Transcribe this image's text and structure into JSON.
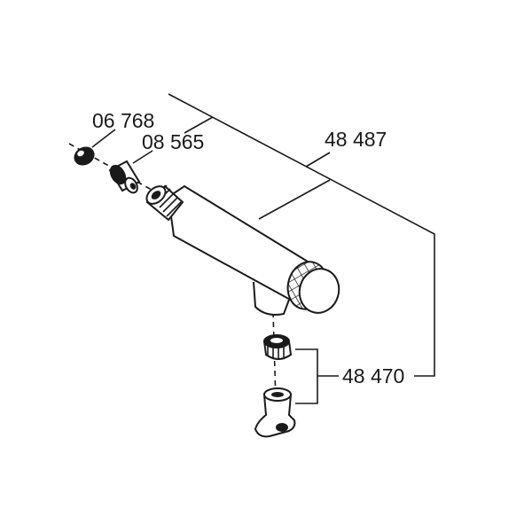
{
  "parts": [
    {
      "id": "cap",
      "number": "06 768"
    },
    {
      "id": "sleeve",
      "number": "08 565"
    },
    {
      "id": "valve-body",
      "number": "48 487"
    },
    {
      "id": "connector-set",
      "number": "48 470"
    }
  ]
}
